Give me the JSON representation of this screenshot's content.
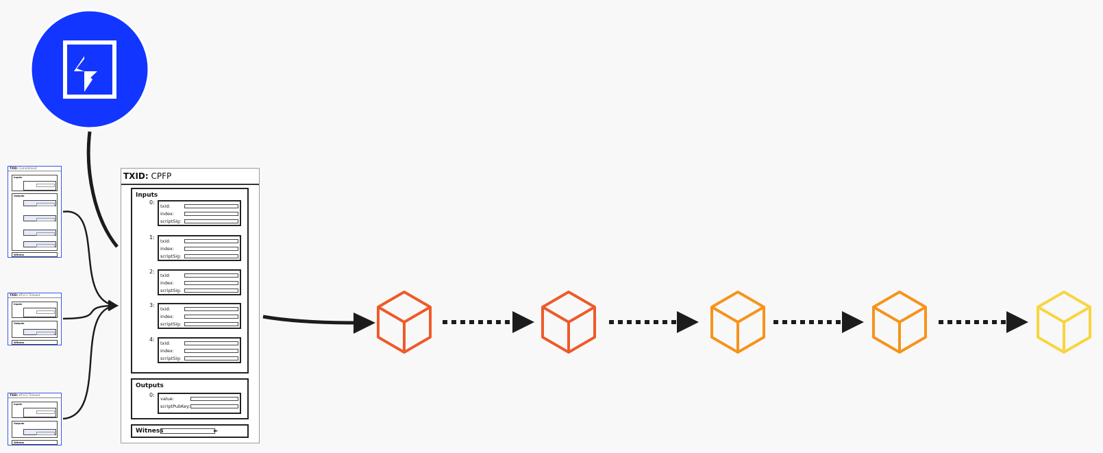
{
  "logo": {
    "name": "bitcoin-lightning-app-logo",
    "color": "#1236ff"
  },
  "main_tx": {
    "txid_label": "TXID:",
    "txid_value": "CPFP",
    "inputs_label": "Inputs",
    "inputs": [
      {
        "index": "0:",
        "fields": [
          "txid:",
          "index:",
          "scriptSig:"
        ]
      },
      {
        "index": "1:",
        "fields": [
          "txid:",
          "index:",
          "scriptSig:"
        ]
      },
      {
        "index": "2:",
        "fields": [
          "txid:",
          "index:",
          "scriptSig:"
        ]
      },
      {
        "index": "3:",
        "fields": [
          "txid:",
          "index:",
          "scriptSig:"
        ]
      },
      {
        "index": "4:",
        "fields": [
          "txid:",
          "index:",
          "scriptSig:"
        ]
      }
    ],
    "outputs_label": "Outputs",
    "outputs": [
      {
        "index": "0:",
        "fields": [
          "value:",
          "scriptPubKey:"
        ]
      }
    ],
    "witness_label": "Witness"
  },
  "mini_txs": [
    {
      "txid_label": "TXID:",
      "txid_value": "Commitment",
      "inputs_label": "Inputs",
      "outputs_label": "Outputs",
      "witness_label": "Witness"
    },
    {
      "txid_label": "TXID:",
      "txid_value": "HTLC1 Timeout",
      "inputs_label": "Inputs",
      "outputs_label": "Outputs",
      "witness_label": "Witness"
    },
    {
      "txid_label": "TXID:",
      "txid_value": "HTLC2 Timeout",
      "inputs_label": "Inputs",
      "outputs_label": "Outputs",
      "witness_label": "Witness"
    }
  ],
  "blocks": [
    {
      "name": "block-1",
      "color": "#ee5a2a"
    },
    {
      "name": "block-2",
      "color": "#ee5a2a"
    },
    {
      "name": "block-3",
      "color": "#f7931a"
    },
    {
      "name": "block-4",
      "color": "#f7931a"
    },
    {
      "name": "block-5",
      "color": "#f9d440"
    }
  ],
  "colors": {
    "connector": "#1c1c1c",
    "thumbnail_border": "#3355ee"
  }
}
